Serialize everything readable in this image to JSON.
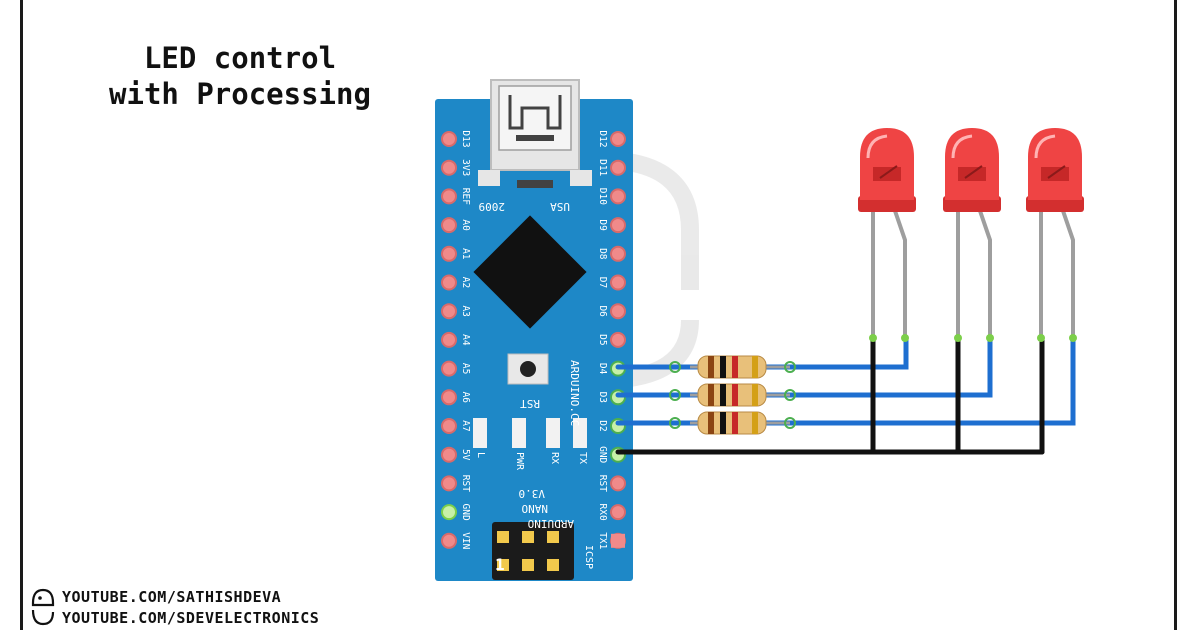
{
  "title": {
    "line1": "LED control",
    "line2": "with Processing"
  },
  "board": {
    "brand": "ARDUINO",
    "model": "NANO",
    "version": "V3.0",
    "site": "ARDUINO.CC",
    "year": "2009",
    "country": "USA",
    "reset_label": "RST",
    "icsp_label": "ICSP",
    "led_labels": [
      "L",
      "PWR",
      "RX",
      "TX"
    ],
    "left_pins": [
      "D13",
      "3V3",
      "REF",
      "A0",
      "A1",
      "A2",
      "A3",
      "A4",
      "A5",
      "A6",
      "A7",
      "5V",
      "RST",
      "GND",
      "VIN"
    ],
    "right_pins": [
      "D12",
      "D11",
      "D10",
      "D9",
      "D8",
      "D7",
      "D6",
      "D5",
      "D4",
      "D3",
      "D2",
      "GND",
      "RST",
      "RX0",
      "TX1"
    ],
    "color": "#1e88c7"
  },
  "components": {
    "leds": 3,
    "resistors": 3,
    "led_color": "#e53935"
  },
  "wires": {
    "signal_color": "#1e6fd0",
    "ground_color": "#111111"
  },
  "credits": [
    "YOUTUBE.COM/SATHISHDEVA",
    "YOUTUBE.COM/SDEVELECTRONICS"
  ]
}
